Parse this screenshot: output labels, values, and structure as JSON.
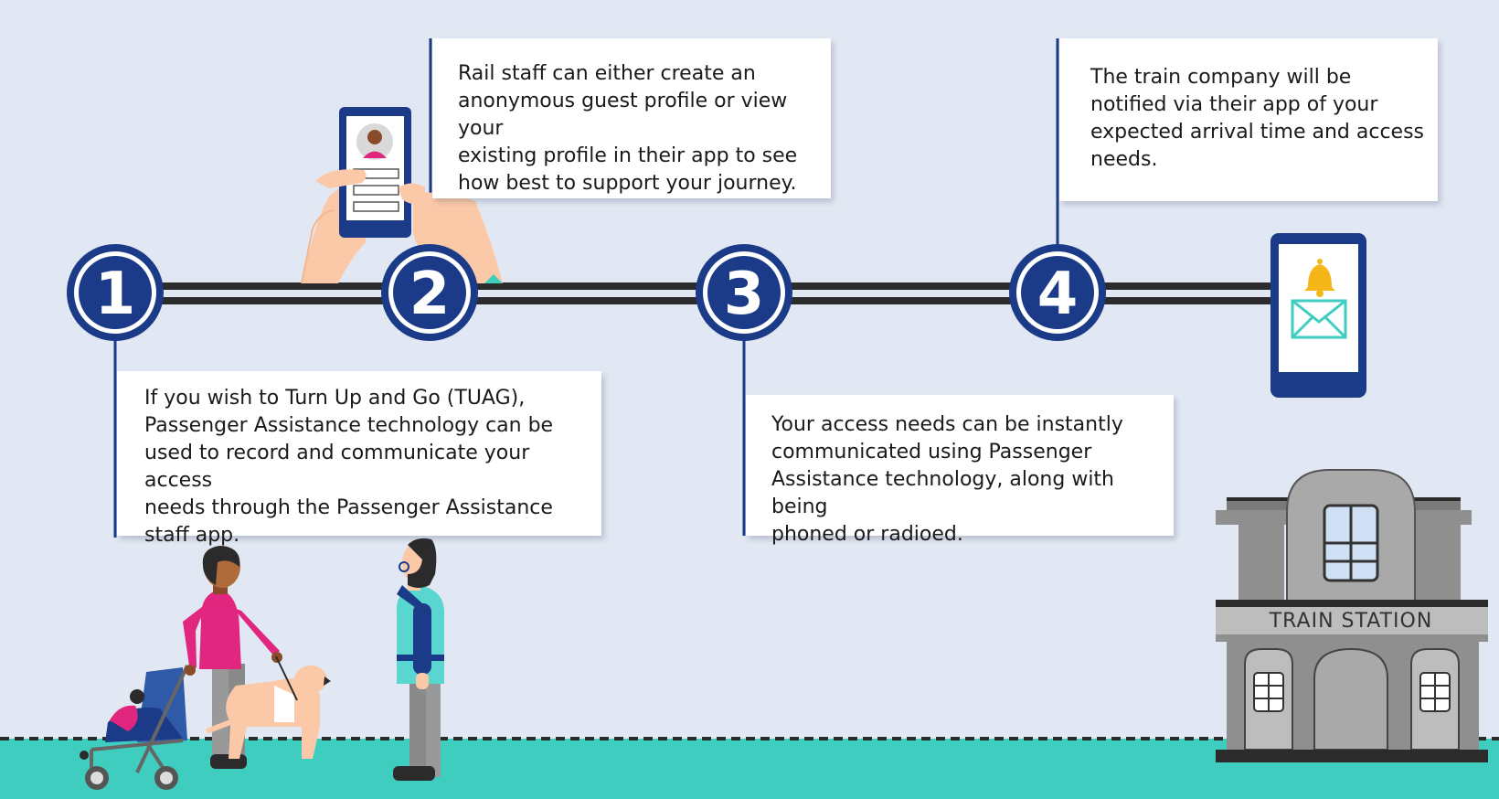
{
  "steps": [
    {
      "number": "1",
      "text": "If you wish to Turn Up and Go (TUAG),\nPassenger Assistance technology can be\nused to record and communicate your access\nneeds through the Passenger Assistance\nstaff app."
    },
    {
      "number": "2",
      "text": "Rail staff can either create an\nanonymous guest profile or view your\nexisting profile in their app to see\nhow best to support your journey."
    },
    {
      "number": "3",
      "text": "Your access needs can be instantly\ncommunicated using Passenger\nAssistance technology, along with being\nphoned or radioed."
    },
    {
      "number": "4",
      "text": "The train company will be\nnotified via their app of your\nexpected arrival time and access\nneeds."
    }
  ],
  "station": {
    "label": "TRAIN STATION"
  },
  "icons": {
    "phone_profile": "phone-with-profile-icon",
    "phone_notification": "phone-notification-icon",
    "bell": "bell-icon",
    "envelope": "envelope-icon"
  },
  "colors": {
    "background": "#e2e8f3",
    "navy": "#1b3a87",
    "teal": "#3ecdbf",
    "track": "#2b2b2b",
    "station_grey": "#8f8f8f",
    "magenta": "#e0267e"
  }
}
